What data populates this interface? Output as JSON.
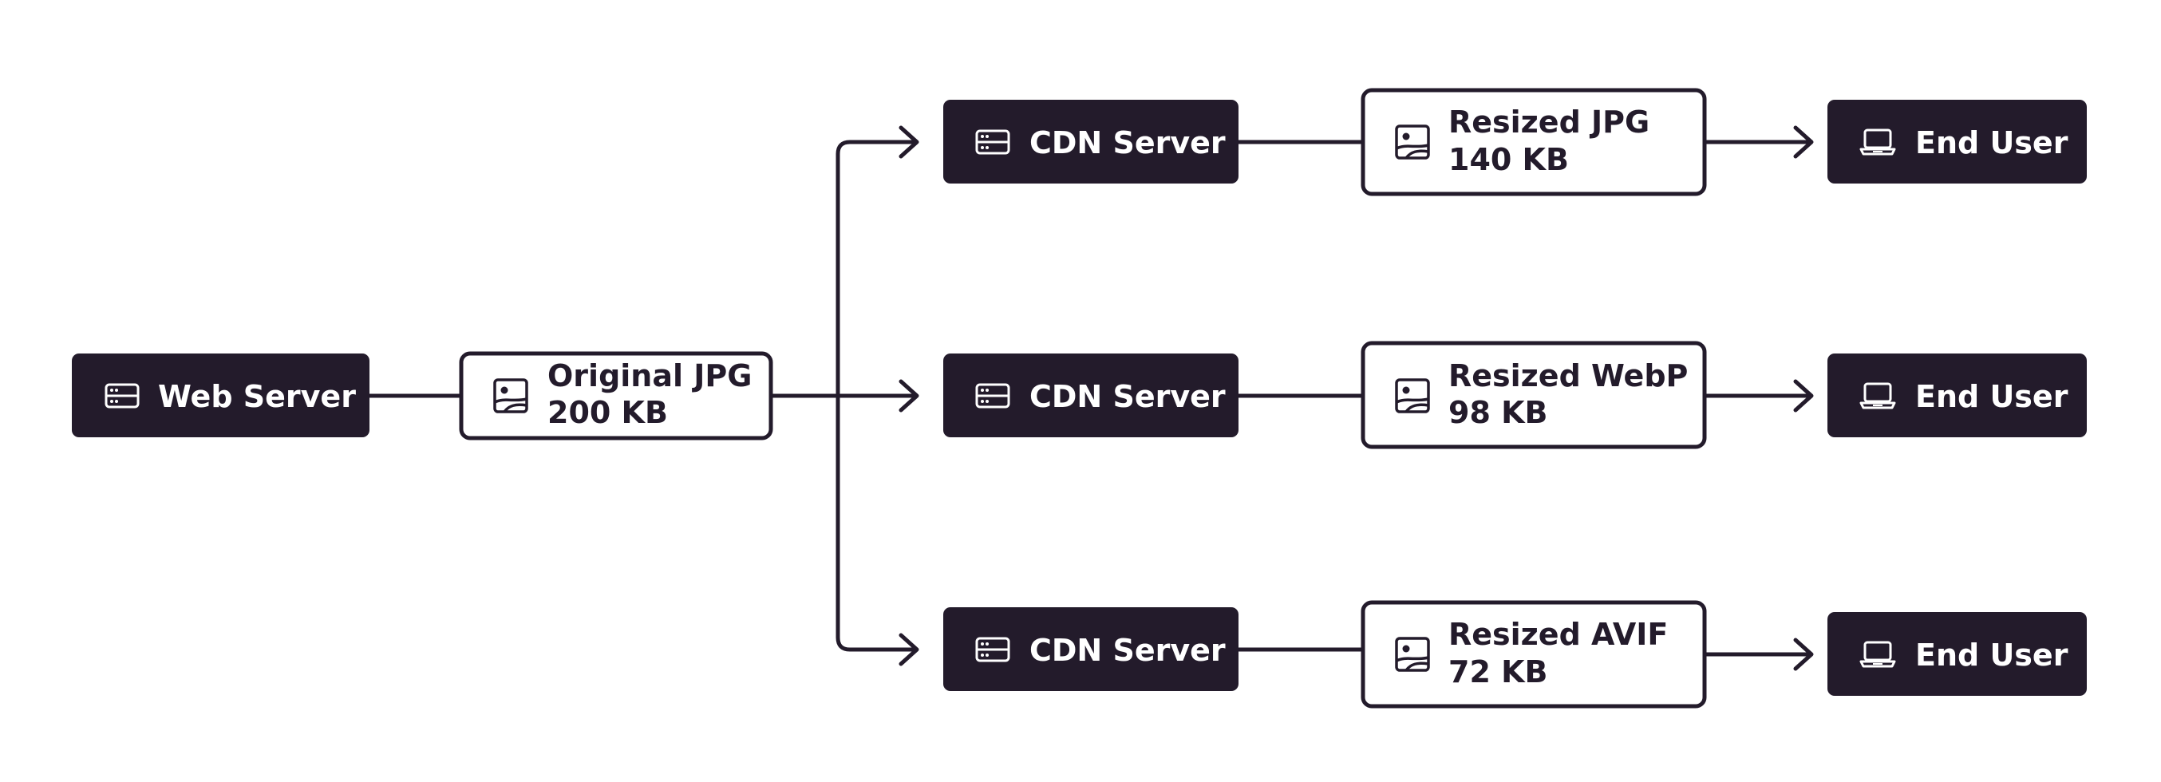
{
  "colors": {
    "ink": "#231b2b",
    "paper": "#ffffff"
  },
  "nodes": {
    "web_server": {
      "label": "Web Server",
      "icon": "server-icon"
    },
    "original": {
      "line1": "Original JPG",
      "line2": "200 KB",
      "icon": "image-icon"
    },
    "cdn_1": {
      "label": "CDN Server",
      "icon": "server-icon"
    },
    "cdn_2": {
      "label": "CDN Server",
      "icon": "server-icon"
    },
    "cdn_3": {
      "label": "CDN Server",
      "icon": "server-icon"
    },
    "resized_1": {
      "line1": "Resized JPG",
      "line2": "140 KB",
      "icon": "image-icon"
    },
    "resized_2": {
      "line1": "Resized WebP",
      "line2": "98 KB",
      "icon": "image-icon"
    },
    "resized_3": {
      "line1": "Resized AVIF",
      "line2": "72 KB",
      "icon": "image-icon"
    },
    "user_1": {
      "label": "End User",
      "icon": "laptop-icon"
    },
    "user_2": {
      "label": "End User",
      "icon": "laptop-icon"
    },
    "user_3": {
      "label": "End User",
      "icon": "laptop-icon"
    }
  }
}
